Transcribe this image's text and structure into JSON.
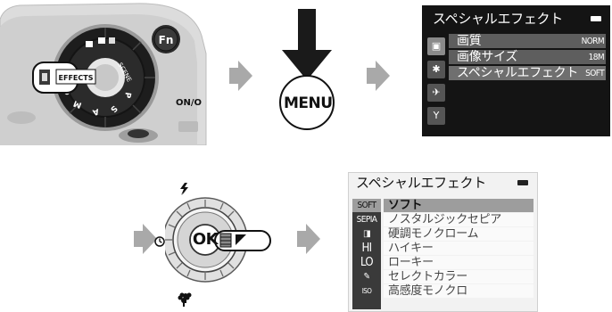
{
  "step1": {
    "dial_labels": {
      "fn": "Fn",
      "effects": "EFFECTS",
      "onoff": "ON/O",
      "scene": "SCENE",
      "modes": [
        "P",
        "S",
        "A",
        "M",
        "C"
      ]
    }
  },
  "menu_button": {
    "label": "MENU"
  },
  "screen1": {
    "title": "スペシャルエフェクト",
    "items": [
      {
        "label": "画質",
        "value": "NORM"
      },
      {
        "label": "画像サイズ",
        "value": "18M"
      },
      {
        "label": "スペシャルエフェクト",
        "value": "SOFT"
      }
    ]
  },
  "multiselector": {
    "ok_label": "OK",
    "top_icon": "flash-icon",
    "left_icon": "self-timer-icon",
    "bottom_icon": "macro-flower-icon",
    "right_icon": "exposure-comp-icon"
  },
  "screen2": {
    "title": "スペシャルエフェクト",
    "items": [
      {
        "icon": "SOFT",
        "label": "ソフト"
      },
      {
        "icon": "SEPIA",
        "label": "ノスタルジックセピア"
      },
      {
        "icon": "◨",
        "label": "硬調モノクローム"
      },
      {
        "icon": "HI",
        "label": "ハイキー"
      },
      {
        "icon": "LO",
        "label": "ローキー"
      },
      {
        "icon": "✎",
        "label": "セレクトカラー"
      },
      {
        "icon": "ISO",
        "label": "高感度モノクロ"
      }
    ]
  },
  "colors": {
    "arrow": "#a9a9a9",
    "screen_dark": "#141414",
    "highlight": "#9d9d9d"
  }
}
